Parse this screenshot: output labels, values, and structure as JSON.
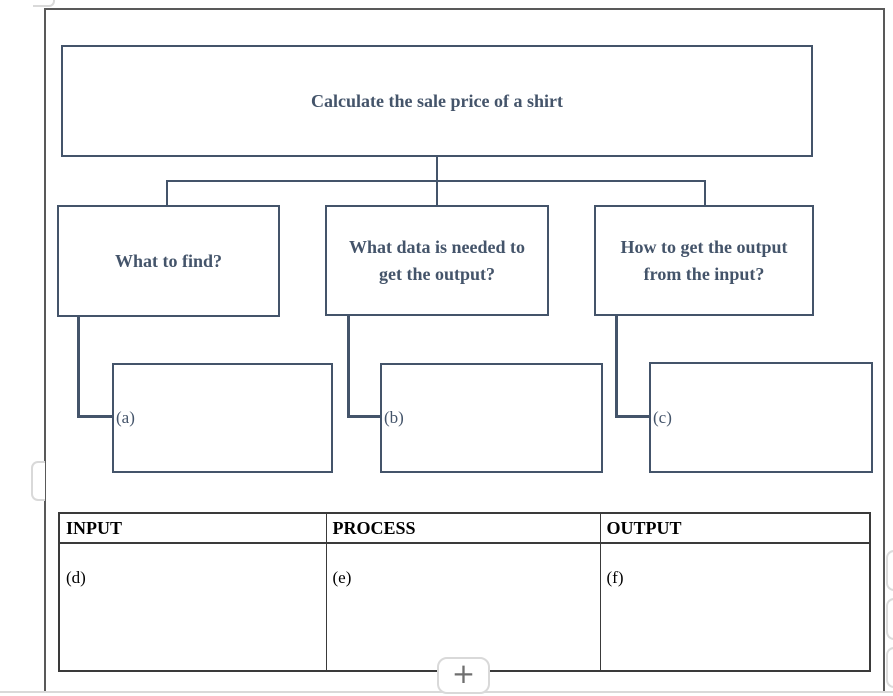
{
  "colors": {
    "accent": "#44546A",
    "page_frame": "#595959",
    "table_border": "#3A3A3A",
    "muted_edge": "#D9D9D9",
    "table_text": "#000000"
  },
  "flowchart": {
    "title_box": {
      "label": "Calculate the sale price of a shirt"
    },
    "question_boxes": [
      {
        "label": "What to find?"
      },
      {
        "label": "What data is needed to\nget the output?"
      },
      {
        "label": "How to get the output\nfrom the input?"
      }
    ],
    "answer_boxes": [
      {
        "label": "(a)"
      },
      {
        "label": "(b)"
      },
      {
        "label": "(c)"
      }
    ]
  },
  "io_table": {
    "headers": [
      "INPUT",
      "PROCESS",
      "OUTPUT"
    ],
    "cells": [
      "(d)",
      "(e)",
      "(f)"
    ]
  },
  "controls": {
    "add_button_label": "+",
    "add_button_icon": "plus-icon"
  }
}
